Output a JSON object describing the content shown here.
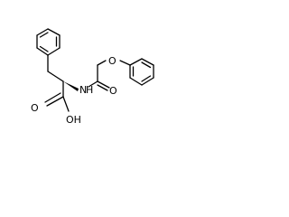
{
  "structure": {
    "atoms": {
      "carbonyl_o_acid": "O",
      "hydroxyl": "OH",
      "amide_nh": "N",
      "amide_h": "H",
      "carbonyl_o_amide": "O",
      "ether_o": "O"
    }
  }
}
